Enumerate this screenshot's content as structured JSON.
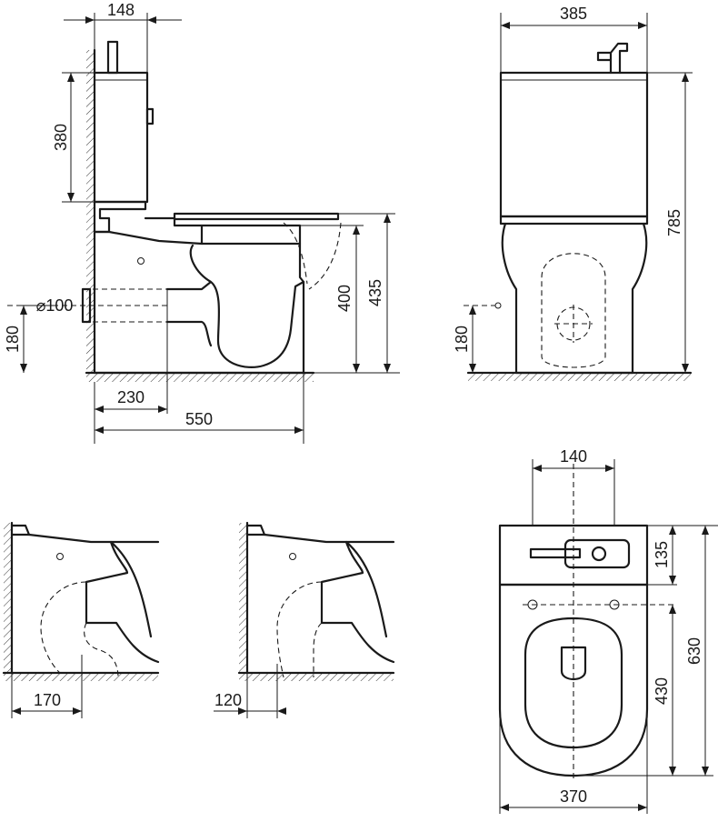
{
  "dimensions": {
    "side_tank_depth": "148",
    "side_tank_height": "380",
    "side_outlet_diameter": "⌀100",
    "side_outlet_height": "180",
    "side_seat_height": "400",
    "side_total_seat_height": "435",
    "side_outlet_offset": "230",
    "side_depth": "550",
    "front_width": "385",
    "front_total_height": "785",
    "front_inlet_height": "180",
    "variant_a_offset": "170",
    "variant_b_offset": "120",
    "top_basin_width": "140",
    "top_tank_depth": "135",
    "top_total_depth": "630",
    "top_bowl_depth": "430",
    "top_width": "370"
  }
}
